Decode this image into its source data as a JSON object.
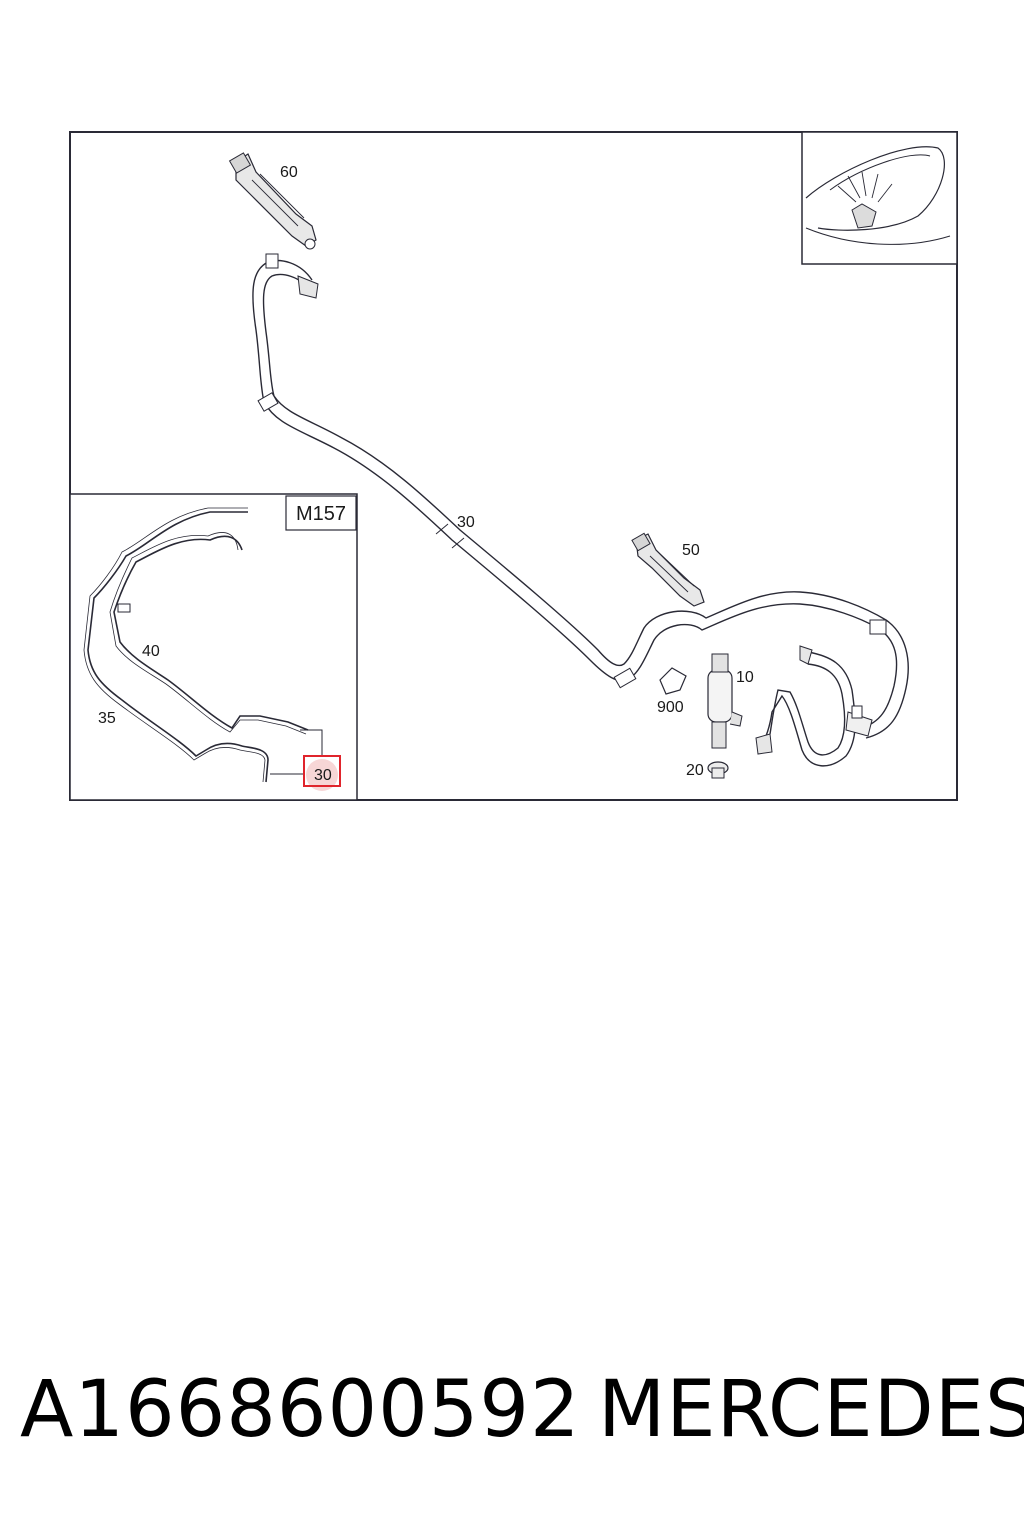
{
  "diagram": {
    "inset_model": "M157",
    "callouts": {
      "nozzle_left": "60",
      "main_hose": "30",
      "nozzle_right": "50",
      "pump": "10",
      "connector": "900",
      "grommet": "20",
      "inset_hose_40": "40",
      "inset_hose_35": "35",
      "inset_highlight": "30"
    },
    "colors": {
      "line": "#2a2a36",
      "highlight_box": "#e0242c",
      "highlight_fill": "#f7d6d6"
    }
  },
  "footer": {
    "part_number": "A1668600592",
    "brand": "MERCEDES"
  }
}
